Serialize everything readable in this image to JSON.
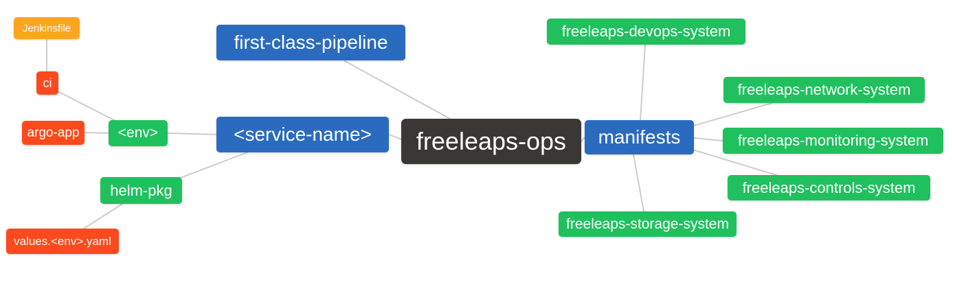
{
  "diagram": {
    "type": "mindmap",
    "title": "freeleaps-ops repository structure mindmap",
    "nodes": {
      "root": {
        "label": "freeleaps-ops"
      },
      "pipeline": {
        "label": "first-class-pipeline"
      },
      "service": {
        "label": "<service-name>"
      },
      "env": {
        "label": "<env>"
      },
      "ci": {
        "label": "ci"
      },
      "jenkinsfile": {
        "label": "Jenkinsfile"
      },
      "argo": {
        "label": "argo-app"
      },
      "helm": {
        "label": "helm-pkg"
      },
      "values": {
        "label": "values.<env>.yaml"
      },
      "manifests": {
        "label": "manifests"
      },
      "devops": {
        "label": "freeleaps-devops-system"
      },
      "network": {
        "label": "freeleaps-network-system"
      },
      "monitoring": {
        "label": "freeleaps-monitoring-system"
      },
      "controls": {
        "label": "freeleaps-controls-system"
      },
      "storage": {
        "label": "freeleaps-storage-system"
      }
    },
    "edges": [
      {
        "from": "jenkinsfile",
        "to": "ci"
      },
      {
        "from": "ci",
        "to": "env"
      },
      {
        "from": "argo",
        "to": "env"
      },
      {
        "from": "env",
        "to": "service"
      },
      {
        "from": "service",
        "to": "helm"
      },
      {
        "from": "helm",
        "to": "values"
      },
      {
        "from": "pipeline",
        "to": "root"
      },
      {
        "from": "service",
        "to": "root"
      },
      {
        "from": "root",
        "to": "manifests"
      },
      {
        "from": "manifests",
        "to": "devops"
      },
      {
        "from": "manifests",
        "to": "network"
      },
      {
        "from": "manifests",
        "to": "monitoring"
      },
      {
        "from": "manifests",
        "to": "controls"
      },
      {
        "from": "manifests",
        "to": "storage"
      }
    ],
    "colors": {
      "root_bg": "#3a3735",
      "level1_blue": "#2a6bbf",
      "green": "#20c05e",
      "red_orange": "#fb4a1e",
      "orange": "#fba61e",
      "edge_gray": "#cccccc",
      "node_text": "#ffffff",
      "background": "#ffffff"
    }
  }
}
